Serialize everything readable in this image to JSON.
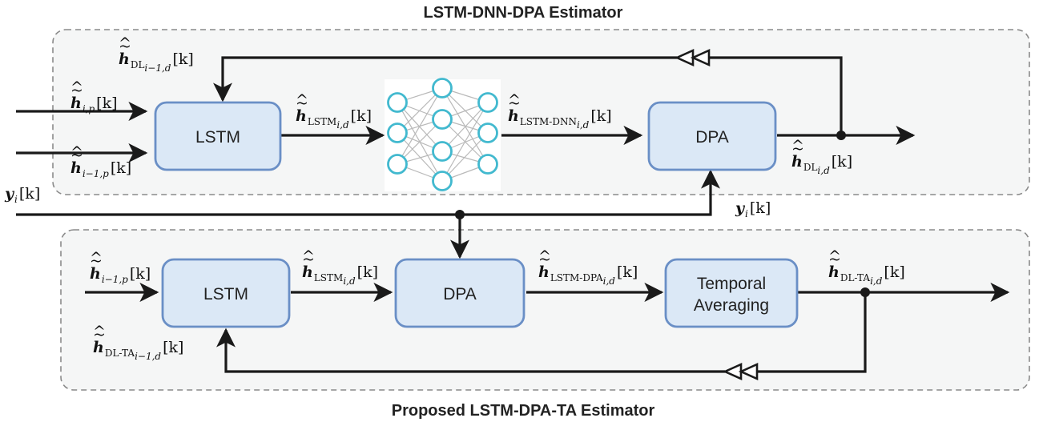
{
  "top_estimator": {
    "title": "LSTM-DNN-DPA Estimator",
    "blocks": {
      "lstm": "LSTM",
      "dpa": "DPA"
    },
    "symbols": {
      "feedback": {
        "sub": "DL",
        "idx": "i−1,d",
        "arg": "[k]"
      },
      "input_p": {
        "idx": "i,p",
        "arg": "[k]"
      },
      "input_prev": {
        "idx": "i−1,p",
        "arg": "[k]"
      },
      "lstm_out": {
        "sub": "LSTM",
        "idx": "i,d",
        "arg": "[k]"
      },
      "dnn_out": {
        "sub": "LSTM-DNN",
        "idx": "i,d",
        "arg": "[k]"
      },
      "dl_out": {
        "sub": "DL",
        "idx": "i,d",
        "arg": "[k]"
      }
    }
  },
  "received": {
    "left": {
      "symbol": "y",
      "idx": "i",
      "arg": "[k]"
    },
    "right": {
      "symbol": "y",
      "idx": "i",
      "arg": "[k]"
    }
  },
  "bottom_estimator": {
    "title": "Proposed LSTM-DPA-TA Estimator",
    "blocks": {
      "lstm": "LSTM",
      "dpa": "DPA",
      "ta_line1": "Temporal",
      "ta_line2": "Averaging"
    },
    "symbols": {
      "input_prev": {
        "idx": "i−1,p",
        "arg": "[k]"
      },
      "lstm_out": {
        "sub": "LSTM",
        "idx": "i,d",
        "arg": "[k]"
      },
      "dpa_out": {
        "sub": "LSTM-DPA",
        "idx": "i,d",
        "arg": "[k]"
      },
      "ta_out": {
        "sub": "DL-TA",
        "idx": "i,d",
        "arg": "[k]"
      },
      "feedback": {
        "sub": "DL-TA",
        "idx": "i−1,d",
        "arg": "[k]"
      }
    }
  },
  "colors": {
    "block_fill": "#dbe8f6",
    "block_stroke": "#6a8fc6",
    "panel_fill": "#f5f6f6",
    "node_color": "#42b9cf",
    "wire": "#1a1a1a"
  },
  "icons": {
    "nn": "neural-network-icon"
  }
}
